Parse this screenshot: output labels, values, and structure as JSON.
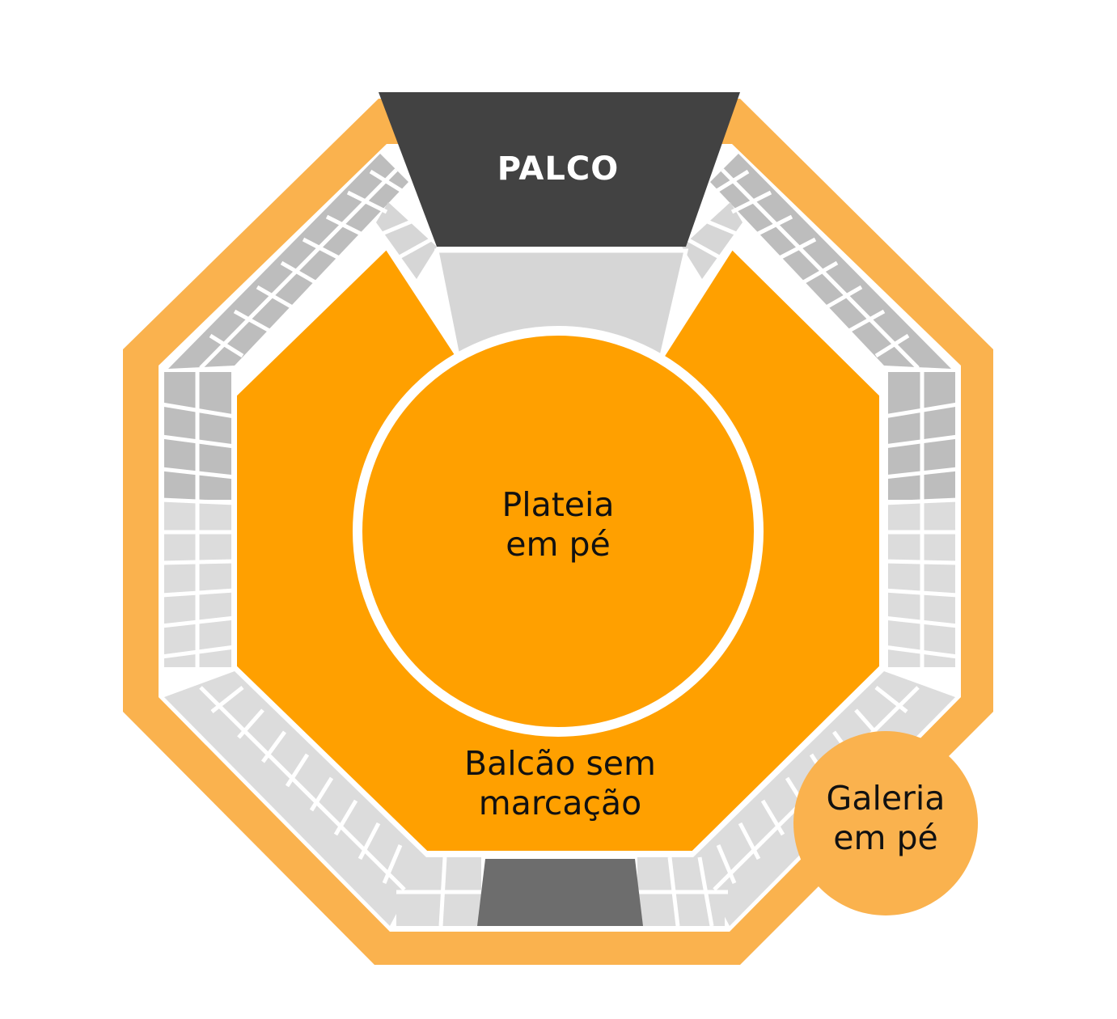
{
  "venue_map": {
    "sections": {
      "stage": {
        "label": "PALCO",
        "color": "#424242"
      },
      "floor": {
        "line1": "Plateia",
        "line2": "em pé",
        "color": "#FFA000"
      },
      "balcony": {
        "line1": "Balcão sem",
        "line2": "marcação",
        "color": "#FFA000"
      },
      "gallery": {
        "line1": "Galeria",
        "line2": "em pé",
        "color": "#FAB24E"
      },
      "front_area": {
        "color": "#D6D6D6"
      },
      "rear_block": {
        "color": "#6D6D6D"
      }
    },
    "colors": {
      "outer_ring": "#FAB24E",
      "seat_dark": "#BDBDBD",
      "seat_light": "#DCDCDC",
      "seat_gap": "#FFFFFF"
    }
  }
}
